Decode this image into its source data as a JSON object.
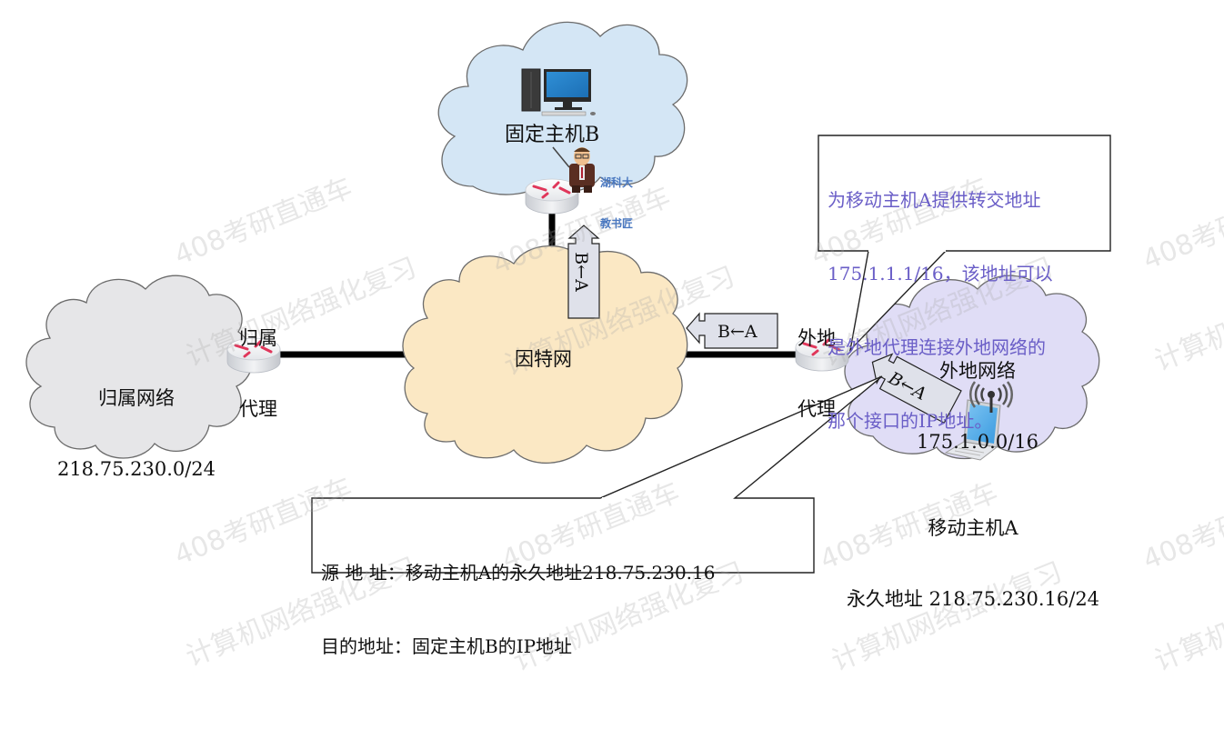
{
  "diagram": {
    "title": "Mobile IP - packet from mobile host A to fixed host B",
    "nodes": {
      "fixed_host_b": {
        "label": "固定主机B"
      },
      "internet": {
        "label": "因特网"
      },
      "home_network": {
        "label": "归属网络",
        "prefix": "218.75.230.0/24"
      },
      "home_agent": {
        "label_line1": "归属",
        "label_line2": "代理"
      },
      "foreign_agent": {
        "label_line1": "外地",
        "label_line2": "代理"
      },
      "foreign_network": {
        "label": "外地网络",
        "prefix": "175.1.0.0/16"
      },
      "mobile_host_a": {
        "label": "移动主机A",
        "permanent_address": "永久地址 218.75.230.16/24"
      }
    },
    "packets": [
      {
        "text": "B←A",
        "direction": "up"
      },
      {
        "text": "B←A",
        "direction": "left"
      },
      {
        "text": "B←A",
        "direction": "up-left"
      }
    ],
    "callout_care_of": {
      "lines": [
        "为移动主机A提供转交地址",
        "175.1.1.1/16，该地址可以",
        "是外地代理连接外地网络的",
        "那个接口的IP地址。"
      ]
    },
    "callout_packet": {
      "lines": [
        "源 地 址：移动主机A的永久地址218.75.230.16",
        "目的地址：固定主机B的IP地址"
      ]
    },
    "brand_badge": {
      "line1": "湖科大",
      "line2": "教书匠"
    },
    "watermark": {
      "line1": "408考研直通车",
      "line2": "计算机网络强化复习"
    }
  },
  "colors": {
    "cloud_fixed": "#d4e6f5",
    "cloud_internet": "#fbe8c4",
    "cloud_home": "#e6e6e8",
    "cloud_foreign": "#e0ddf6",
    "callout_text": "#6a5ec7",
    "router_arrow": "#e0365a",
    "packet_fill": "#dfe1ea"
  }
}
